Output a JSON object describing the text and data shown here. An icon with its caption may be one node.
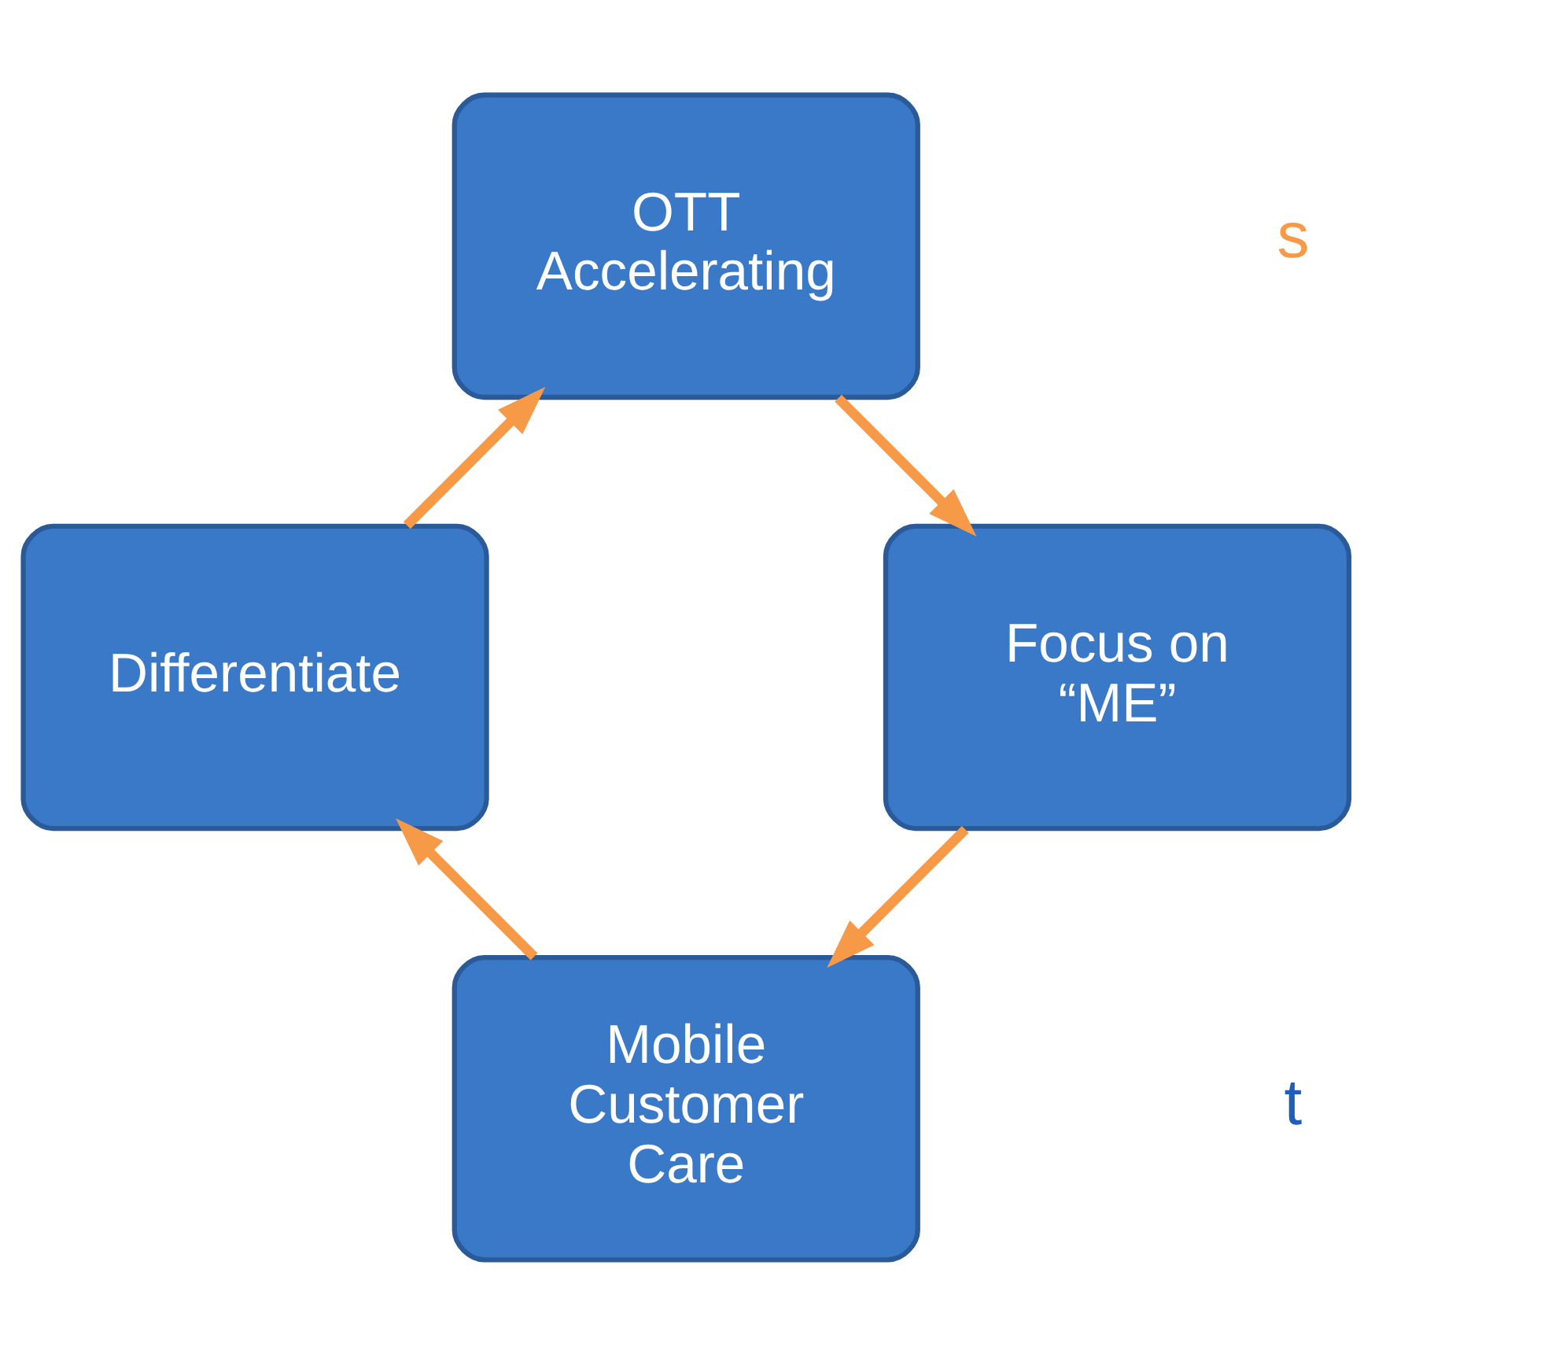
{
  "diagram": {
    "nodes": [
      {
        "text": [
          "Mobile Customer Care"
        ]
      },
      {
        "text": [
          "Focus on “ME”"
        ]
      },
      {
        "text": [
          "Differentiate"
        ]
      },
      {
        "text": [
          "OTT Accelerating"
        ]
      }
    ],
    "edges": [
      {
        "from": 0,
        "to": 2,
        "arrow": "to"
      },
      {
        "from": 2,
        "to": 3,
        "arrow": "to"
      },
      {
        "from": 3,
        "to": 1,
        "arrow": "to"
      },
      {
        "from": 1,
        "to": 0,
        "arrow": "to"
      }
    ],
    "labels": [
      "s",
      "t"
    ]
  }
}
